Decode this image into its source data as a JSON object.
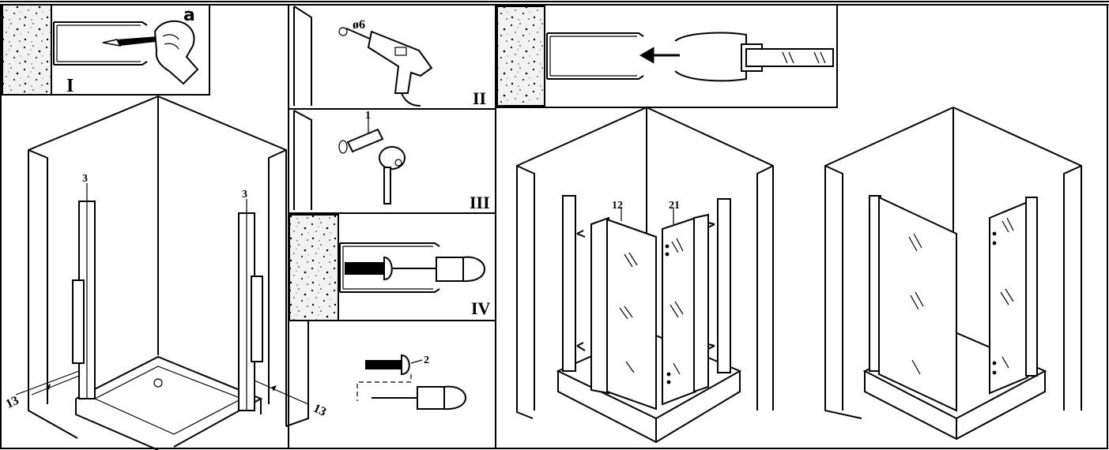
{
  "steps": {
    "a": "a",
    "I": "I",
    "II": "II",
    "III": "III",
    "IV": "IV"
  },
  "callouts": {
    "drill_size": "ø6",
    "anchor": "1",
    "screw": "2",
    "profile_left": "3",
    "profile_right": "3",
    "door_left": "12",
    "door_right": "21",
    "gap_left": "13",
    "gap_right": "13"
  }
}
